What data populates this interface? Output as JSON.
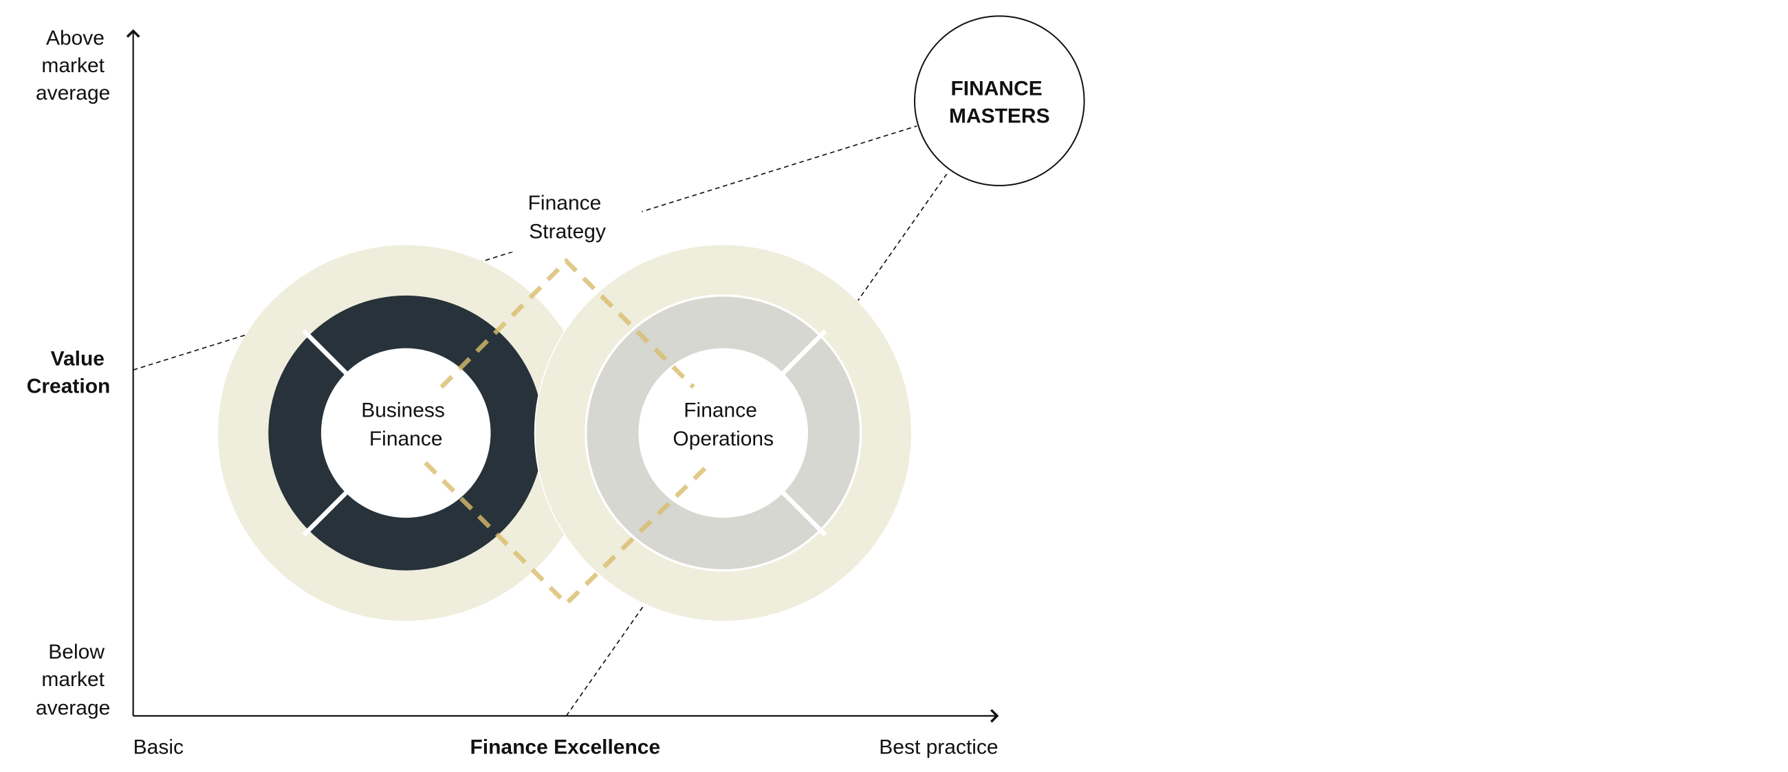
{
  "y_axis": {
    "top_label": [
      "Above",
      "market",
      "average"
    ],
    "title": [
      "Value",
      "Creation"
    ],
    "bottom_label": [
      "Below",
      "market",
      "average"
    ]
  },
  "x_axis": {
    "left_label": "Basic",
    "title": "Finance Excellence",
    "right_label": "Best practice"
  },
  "nodes": {
    "business_finance": [
      "Business",
      "Finance"
    ],
    "finance_operations": [
      "Finance",
      "Operations"
    ],
    "finance_strategy": [
      "Finance",
      "Strategy"
    ],
    "finance_masters": [
      "FINANCE",
      "MASTERS"
    ]
  },
  "colors": {
    "dark_ring": "#27323a",
    "light_ring": "#d6d7d0",
    "halo": "#efeddc",
    "strategy_dash": "#d9bc6c"
  }
}
